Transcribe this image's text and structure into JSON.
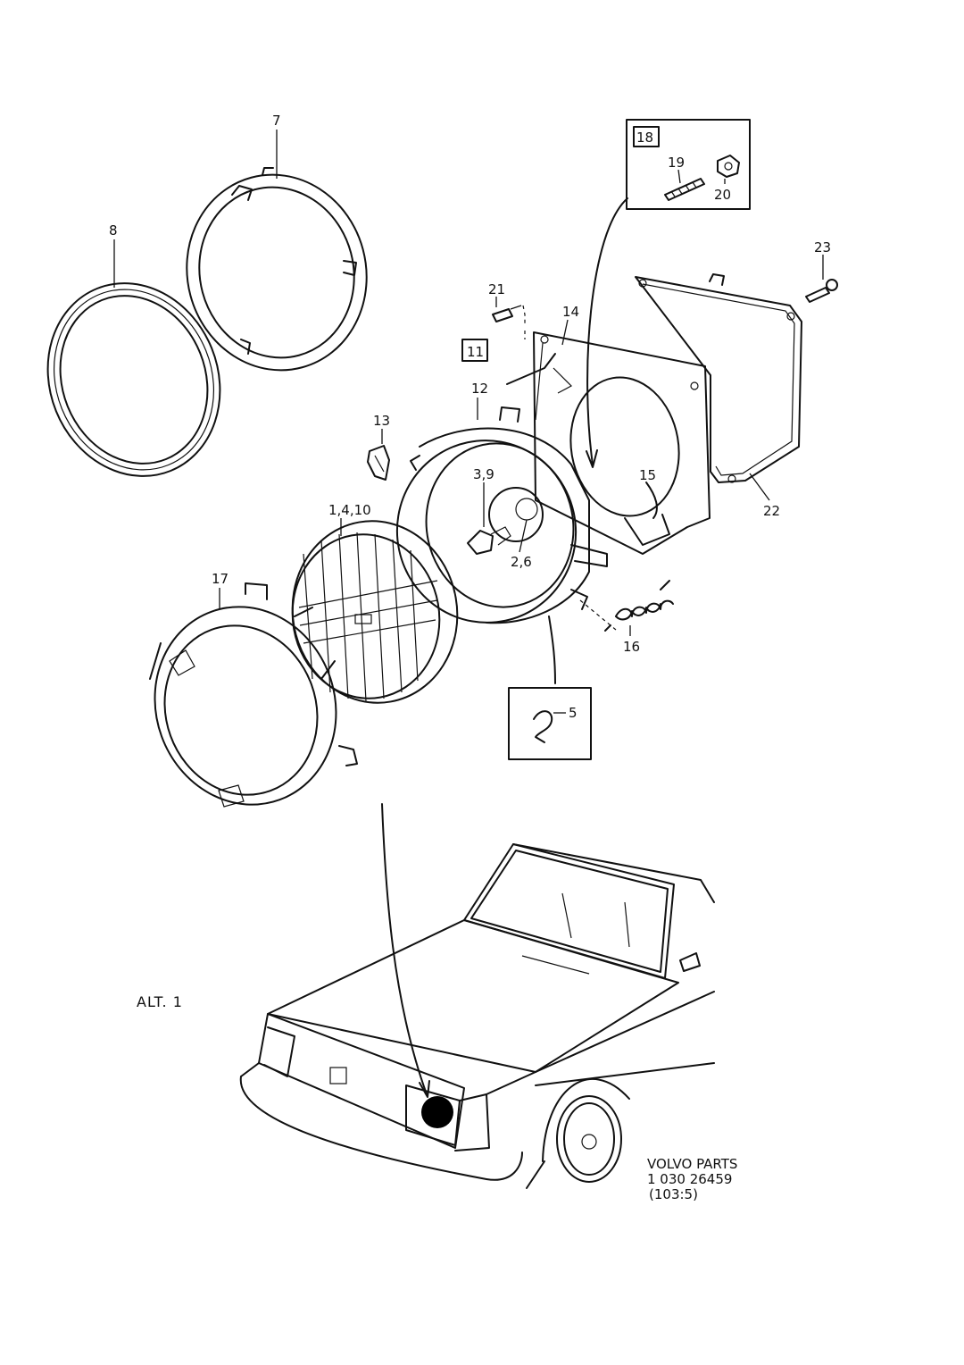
{
  "labels": {
    "p7": "7",
    "p8": "8",
    "p18": "18",
    "p19": "19",
    "p20": "20",
    "p23": "23",
    "p21": "21",
    "p14": "14",
    "p11": "11",
    "p12": "12",
    "p13": "13",
    "p39": "3,9",
    "p15": "15",
    "p22": "22",
    "p1410": "1,4,10",
    "p26": "2,6",
    "p17": "17",
    "p16": "16",
    "p5": "5"
  },
  "alt_label": "ALT. 1",
  "footer": {
    "line1": "VOLVO PARTS",
    "line2": "1 030 26459",
    "line3": "(103:5)"
  }
}
